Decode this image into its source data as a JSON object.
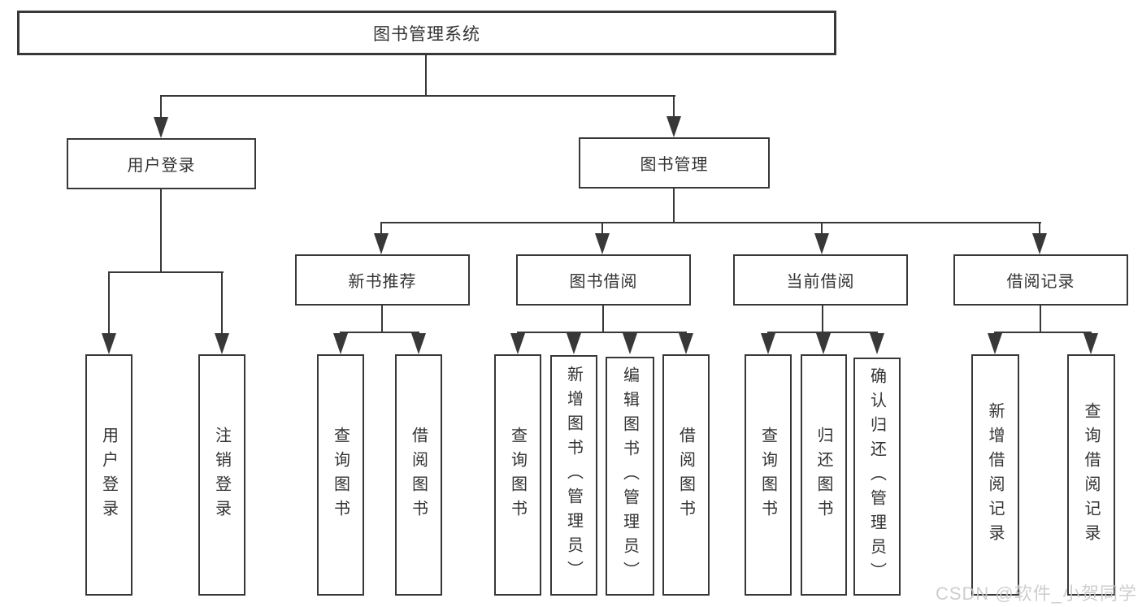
{
  "diagram": {
    "root": "图书管理系统",
    "login": {
      "label": "用户登录",
      "leaves": [
        "用户登录",
        "注销登录"
      ]
    },
    "management": {
      "label": "图书管理",
      "sections": [
        {
          "label": "新书推荐",
          "leaves": [
            "查询图书",
            "借阅图书"
          ]
        },
        {
          "label": "图书借阅",
          "leaves": [
            "查询图书",
            "新增图书（管理员）",
            "编辑图书（管理员）",
            "借阅图书"
          ]
        },
        {
          "label": "当前借阅",
          "leaves": [
            "查询图书",
            "归还图书",
            "确认归还（管理员）"
          ]
        },
        {
          "label": "借阅记录",
          "leaves": [
            "新增借阅记录",
            "查询借阅记录"
          ]
        }
      ]
    },
    "watermark": "CSDN @软件_小贺同学",
    "colors": {
      "line": "#383838",
      "text": "#333333",
      "watermark": "#c9c9c9",
      "background": "#ffffff"
    }
  }
}
